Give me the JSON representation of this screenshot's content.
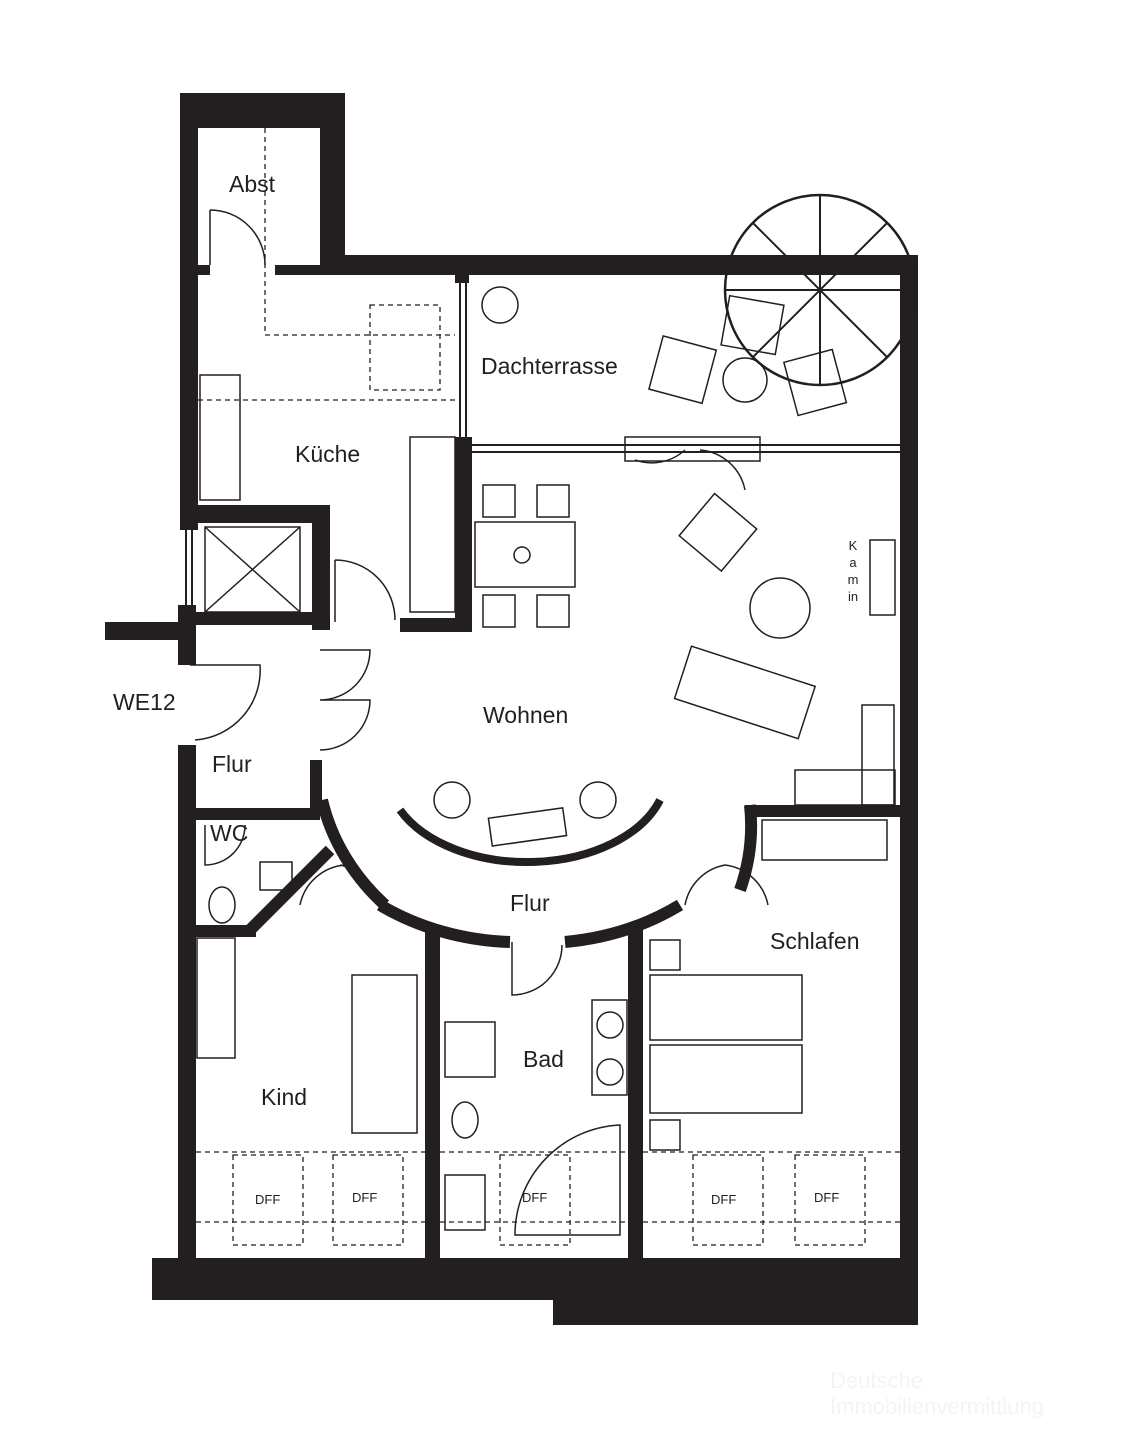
{
  "rooms": {
    "abst": "Abst",
    "kueche": "Küche",
    "dachterrasse": "Dachterrasse",
    "wohnen": "Wohnen",
    "we12": "WE12",
    "flur_entry": "Flur",
    "wc": "WC",
    "flur_hall": "Flur",
    "schlafen": "Schlafen",
    "bad": "Bad",
    "kind": "Kind"
  },
  "kamin": "Kamin",
  "dff_label": "DFF",
  "watermark": "Deutsche Immobilienvermittlung",
  "colors": {
    "wall": "#231f20",
    "background": "#ffffff"
  }
}
